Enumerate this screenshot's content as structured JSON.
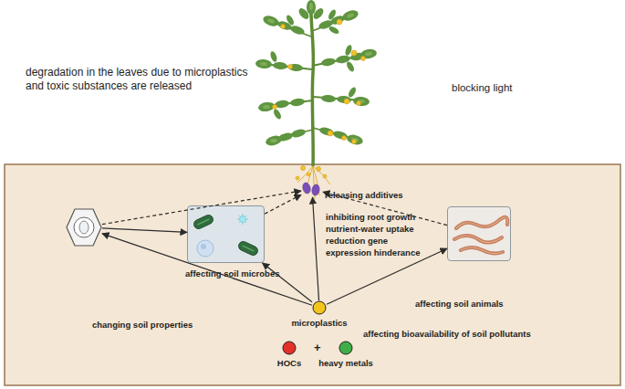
{
  "diagram": {
    "nodes": [
      {
        "text": []
      },
      {
        "text": []
      },
      {
        "text": [
          "affecting soil microbes"
        ]
      },
      {
        "text": [
          "affecting soil animals"
        ]
      },
      {
        "text": [
          "microplastics"
        ]
      },
      {
        "text": [
          "HOCs"
        ]
      },
      {
        "text": [
          "heavy metals"
        ]
      }
    ],
    "edges": [
      {
        "from": 4,
        "to": 1,
        "arrow": "to",
        "label": "changing soil properties"
      },
      {
        "from": 4,
        "to": 2,
        "arrow": "to"
      },
      {
        "from": 4,
        "to": 3,
        "arrow": "to"
      },
      {
        "from": 4,
        "to": 0,
        "arrow": "to",
        "label": "inhibiting root growth nutrient-water uptake reduction gene expression hinderance"
      },
      {
        "from": 1,
        "to": 2,
        "arrow": "to"
      },
      {
        "from": 1,
        "to": 0,
        "arrow": "to"
      },
      {
        "from": 2,
        "to": 0,
        "arrow": "to"
      },
      {
        "from": 3,
        "to": 0,
        "arrow": "to"
      }
    ],
    "labels": [
      "degradation in the leaves due to microplastics and toxic substances are released",
      "blocking light",
      "releasing additives",
      "affecting bioavailability of soil pollutants",
      "+"
    ]
  }
}
